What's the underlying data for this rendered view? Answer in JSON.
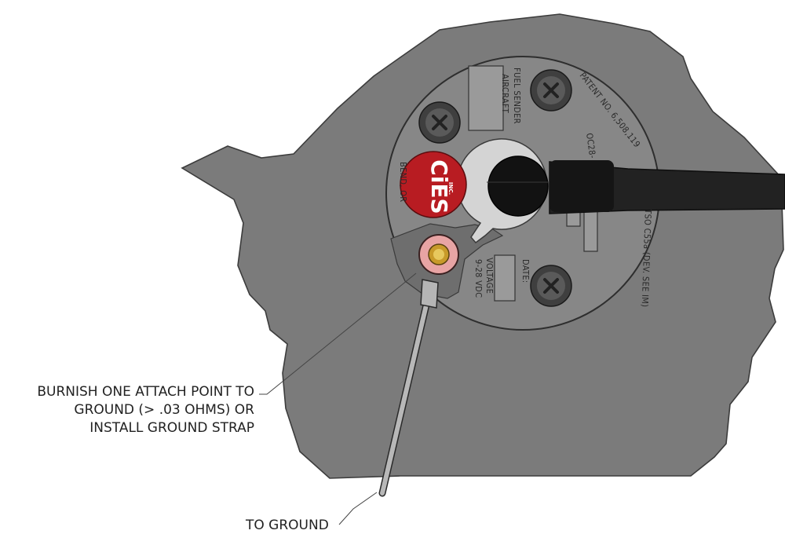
{
  "callouts": {
    "burnish_line1": "BURNISH ONE ATTACH POINT TO",
    "burnish_line2": "GROUND (> .03 OHMS) OR",
    "burnish_line3": "INSTALL GROUND STRAP",
    "to_ground": "TO GROUND"
  },
  "plate": {
    "fuel_sender": "FUEL SENDER",
    "aircraft": "AIRCRAFT",
    "patent": "PATENT NO. 6,508,119",
    "tso": "TSO C55a (DEV. SEE IM)",
    "model": "OC28-",
    "date": "DATE:",
    "voltage": "VOLTAGE",
    "vdc": "9-28 VDC",
    "bend": "BEND, OR",
    "logo": "CiES",
    "logo_sub": "INC."
  },
  "colors": {
    "panel": "#7b7b7b",
    "plate": "#858585",
    "logo": "#b81c22",
    "cable": "#1c1c1c",
    "ring_terminal": "#e8a4a4"
  }
}
